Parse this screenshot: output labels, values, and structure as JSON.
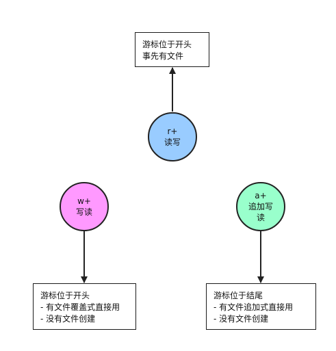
{
  "nodes": {
    "r_plus": {
      "title": "r+",
      "subtitle": "读写",
      "color": "#99ccff"
    },
    "w_plus": {
      "title": "w+",
      "subtitle": "写读",
      "color": "#ff99ff"
    },
    "a_plus": {
      "title": "a+",
      "lines": [
        "追加写",
        "读"
      ],
      "color": "#99ffcc"
    }
  },
  "boxes": {
    "r_plus_result": {
      "lines": [
        "游标位于开头",
        "事先有文件"
      ]
    },
    "w_plus_result": {
      "lines": [
        "游标位于开头",
        "- 有文件覆盖式直接用",
        "- 没有文件创建"
      ]
    },
    "a_plus_result": {
      "lines": [
        "游标位于结尾",
        "- 有文件追加式直接用",
        "- 没有文件创建"
      ]
    }
  },
  "edges": [
    {
      "from": "r_plus",
      "to": "r_plus_result"
    },
    {
      "from": "w_plus",
      "to": "w_plus_result"
    },
    {
      "from": "a_plus",
      "to": "a_plus_result"
    }
  ]
}
